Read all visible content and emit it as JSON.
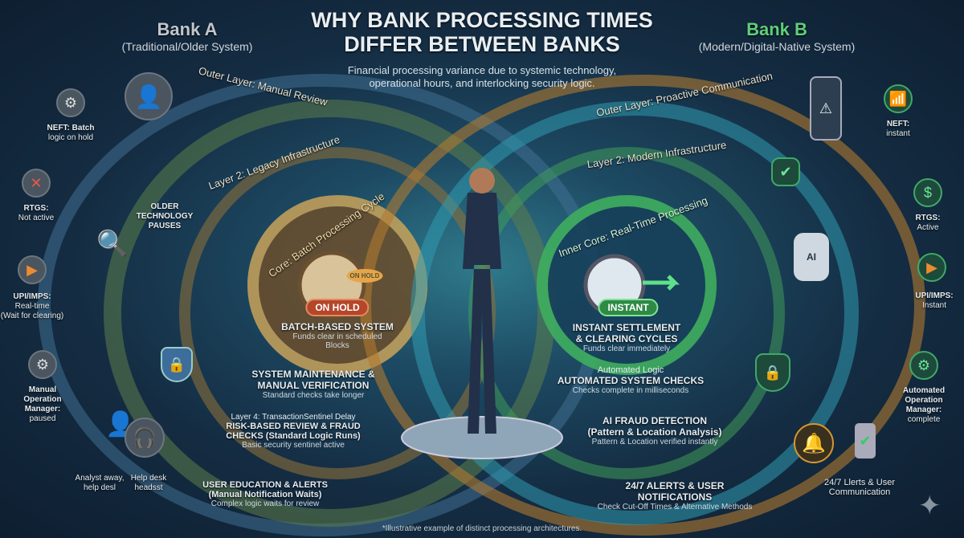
{
  "title": {
    "line1": "WHY BANK PROCESSING TIMES",
    "line2": "DIFFER BETWEEN BANKS",
    "subtitle1": "Financial processing variance due to systemic technology,",
    "subtitle2": "operational hours, and interlocking security logic."
  },
  "bank_a": {
    "name": "Bank A",
    "type": "(Traditional/Older System)",
    "outer_layer": "Outer Layer: Manual Review",
    "layer2": "Layer 2: Legacy Infrastructure",
    "core": "Core: Batch Processing Cycle",
    "older_tech": [
      "OLDER",
      "TECHNOLOGY",
      "PAUSES"
    ],
    "clock_badge": "ON HOLD",
    "status_badge": "ON HOLD",
    "batch_title": "BATCH-BASED SYSTEM",
    "batch_sub": [
      "Funds clear in scheduled",
      "Blocks"
    ],
    "maint_title": [
      "SYSTEM MAINTENANCE &",
      "MANUAL VERIFICATION"
    ],
    "maint_sub": "Standard checks take longer",
    "layer4": "Layer 4: TransactionSentinel Delay",
    "risk_title": [
      "RISK-BASED REVIEW & FRAUD",
      "CHECKS (Standard Logic Runs)"
    ],
    "risk_sub": "Basic security sentinel active",
    "edu_title": [
      "USER EDUCATION & ALERTS",
      "(Manual Notification Waits)"
    ],
    "edu_sub": "Complex logic waits for review",
    "side": [
      {
        "icon": "gear-icon",
        "label": "NEFT: Batch",
        "sub": "logic on hold"
      },
      {
        "icon": "x-icon",
        "label": "RTGS:",
        "sub": "Not active"
      },
      {
        "icon": "upi-icon",
        "label": "UPI/IMPS:",
        "sub": "Real-time",
        "sub2": "(Wait for clearing)"
      },
      {
        "icon": "gear-icon",
        "label": "Manual Operation Manager:",
        "sub": "paused"
      }
    ],
    "staff": [
      "Analyst away,",
      "help desl",
      "Help desk",
      "headsst"
    ]
  },
  "bank_b": {
    "name": "Bank B",
    "type": "(Modern/Digital-Native System)",
    "outer_layer": "Outer Layer: Proactive Communication",
    "layer2": "Layer 2: Modern Infrastructure",
    "core": "Inner Core: Real-Time Processing",
    "status_badge": "INSTANT",
    "settle_title": [
      "INSTANT SETTLEMENT",
      "& CLEARING CYCLES"
    ],
    "settle_sub": "Funds clear immediately",
    "auto_pre": "Automated Logic",
    "auto_title": "AUTOMATED SYSTEM CHECKS",
    "auto_sub": "Checks complete in milliseconds",
    "ai_title": [
      "AI FRAUD DETECTION",
      "(Pattern & Location Analysis)"
    ],
    "ai_sub": "Pattern & Location verified instantly",
    "ai_badge": "AI",
    "alert_title": [
      "24/7 ALERTS & USER",
      "NOTIFICATIONS"
    ],
    "alert_sub": "Check Cut-Off Times & Alternative Methods",
    "side": [
      {
        "icon": "wifi-icon",
        "label": "NEFT:",
        "sub": "instant"
      },
      {
        "icon": "dollar-icon",
        "label": "RTGS:",
        "sub": "Active"
      },
      {
        "icon": "upi-icon",
        "label": "UPI/IMPS:",
        "sub": "Instant"
      },
      {
        "icon": "gear-icon",
        "label": "Automated Operation Manager:",
        "sub": "complete"
      }
    ],
    "comm": [
      "24/7 Llerts & User",
      "Communication"
    ]
  },
  "footnote": "*Illustrative example of distinct processing architectures.",
  "colors": {
    "bank_a_accent": "#c9a35a",
    "bank_b_accent": "#4fc77a",
    "hold": "#b5462a",
    "bg": "#142c42"
  }
}
